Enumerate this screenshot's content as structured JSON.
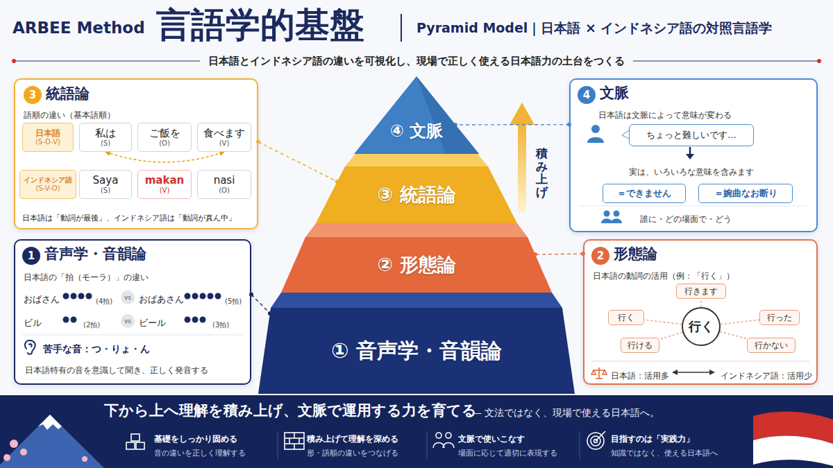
{
  "diagram": {
    "title": "言語学的基盤",
    "nodes": [
      {
        "text": [
          "④ 文脈"
        ]
      },
      {
        "text": [
          "③ 統語論"
        ]
      },
      {
        "text": [
          "② 形態論"
        ]
      },
      {
        "text": [
          "① 音声学・音韻論"
        ]
      },
      {
        "text": [
          "統語論",
          "語順の違い（基本語順）",
          "日本語は「動詞が最後」、インドネシア語は「動詞が真ん中」"
        ]
      },
      {
        "text": [
          "3"
        ],
        "in": 4
      },
      {
        "text": [
          "日本語",
          "(S-O-V)"
        ],
        "in": 4
      },
      {
        "text": [
          "私は",
          "(S)"
        ],
        "in": 4
      },
      {
        "text": [
          "ご飯を",
          "(O)"
        ],
        "in": 4
      },
      {
        "text": [
          "食べます",
          "(V)"
        ],
        "in": 4
      },
      {
        "text": [
          "インドネシア語",
          "(S-V-O)"
        ],
        "in": 4
      },
      {
        "text": [
          "Saya",
          "(S)"
        ],
        "in": 4
      },
      {
        "text": [
          "makan",
          "(V)"
        ],
        "in": 4
      },
      {
        "text": [
          "nasi",
          "(O)"
        ],
        "in": 4
      },
      {
        "text": [
          "音声学・音韻論",
          "日本語の「拍（モーラ）」の違い",
          "おばさん",
          "(4拍)",
          "おばあさん",
          "(5拍)",
          "ビル",
          "(2拍)",
          "ビール",
          "(3拍)",
          "苦手な音：つ・りょ・ん",
          "日本語特有の音を意識して聞き、正しく発音する"
        ]
      },
      {
        "text": [
          "1"
        ],
        "in": 14
      },
      {
        "text": [
          "vs"
        ],
        "in": 14
      },
      {
        "text": [
          "vs"
        ],
        "in": 14
      },
      {
        "text": [
          "文脈",
          "日本語は文脈によって意味が変わる",
          "実は、いろいろな意味を含みます",
          "誰に・どの場面で・どう"
        ]
      },
      {
        "text": [
          "4"
        ],
        "in": 18
      },
      {
        "text": [
          "ちょっと難しいです…"
        ],
        "in": 18
      },
      {
        "text": [
          "＝できません"
        ],
        "in": 18
      },
      {
        "text": [
          "＝婉曲なお断り"
        ],
        "in": 18
      },
      {
        "text": [
          "形態論",
          "日本語の動詞の活用（例：「行く」）",
          "日本語：活用多",
          "インドネシア語：活用少"
        ]
      },
      {
        "text": [
          "2"
        ],
        "in": 23
      },
      {
        "text": [
          "行く"
        ],
        "in": 23
      },
      {
        "text": [
          "行きます"
        ],
        "in": 23
      },
      {
        "text": [
          "行く"
        ],
        "in": 23
      },
      {
        "text": [
          "行った"
        ],
        "in": 23
      },
      {
        "text": [
          "行ける"
        ],
        "in": 23
      },
      {
        "text": [
          "行かない"
        ],
        "in": 23
      },
      {
        "text": [
          "下から上へ理解を積み上げ、文脈で運用する力を育てる",
          "— 文法ではなく、現場で使える日本語へ。",
          "基礎をしっかり固める",
          "音の違いを正しく理解する",
          "積み上げて理解を深める",
          "形・語順の違いをつなげる",
          "文脈で使いこなす",
          "場面に応じて適切に表現する",
          "目指すのは「実践力」",
          "知識ではなく、使える日本語へ"
        ]
      }
    ],
    "edges": [
      {
        "from": 7,
        "to": 9,
        "arrow": "both"
      },
      {
        "from": 4,
        "to": 1,
        "arrow": "none"
      },
      {
        "from": 14,
        "to": 3,
        "arrow": "none"
      },
      {
        "from": 18,
        "to": 0,
        "arrow": "none"
      },
      {
        "from": 23,
        "to": 2,
        "arrow": "none"
      },
      {
        "from": 25,
        "to": 26,
        "arrow": "none"
      },
      {
        "from": 25,
        "to": 27,
        "arrow": "none"
      },
      {
        "from": 25,
        "to": 28,
        "arrow": "none"
      },
      {
        "from": 25,
        "to": 29,
        "arrow": "none"
      },
      {
        "from": 25,
        "to": 30,
        "arrow": "none"
      }
    ],
    "labels": [
      "ARBEE Method",
      "Pyramid Model｜日本語 × インドネシア語の対照言語学",
      "日本語とインドネシア語の違いを可視化し、現場で正しく使える日本語力の土台をつくる",
      "積み上げ"
    ]
  }
}
